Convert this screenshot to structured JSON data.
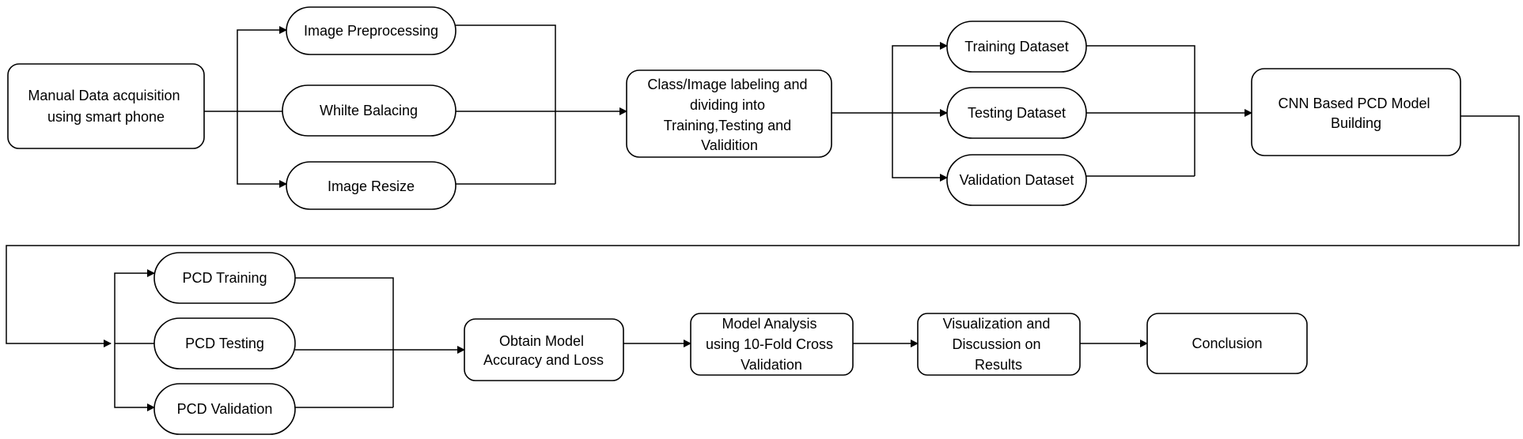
{
  "nodes": {
    "manual_acquisition": [
      "Manual Data acquisition",
      "using smart phone"
    ],
    "image_preprocessing": [
      "Image Preprocessing"
    ],
    "white_balancing": [
      "Whilte Balacing"
    ],
    "image_resize": [
      "Image Resize"
    ],
    "class_labeling": [
      "Class/Image labeling  and",
      "dividing into",
      "Training,Testing and",
      "Validition"
    ],
    "training_dataset": [
      "Training Dataset"
    ],
    "testing_dataset": [
      "Testing Dataset"
    ],
    "validation_dataset": [
      "Validation Dataset"
    ],
    "cnn_model_building": [
      "CNN Based PCD Model",
      "Building"
    ],
    "pcd_training": [
      "PCD Training"
    ],
    "pcd_testing": [
      "PCD Testing"
    ],
    "pcd_validation": [
      "PCD Validation"
    ],
    "accuracy_loss": [
      "Obtain Model",
      "Accuracy and Loss"
    ],
    "model_analysis": [
      "Model Analysis",
      "using 10-Fold Cross",
      "Validation"
    ],
    "visualization": [
      "Visualization and",
      "Discussion on",
      "Results"
    ],
    "conclusion": [
      "Conclusion"
    ]
  },
  "colors": {
    "stroke": "#000000",
    "fill": "#ffffff",
    "text": "#000000"
  }
}
